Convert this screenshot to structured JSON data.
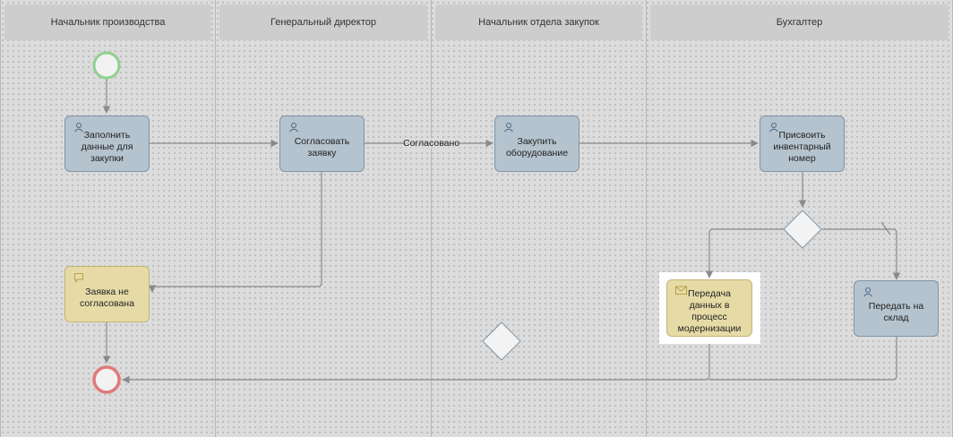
{
  "lanes": [
    {
      "title": "Начальник производства"
    },
    {
      "title": "Генеральный директор"
    },
    {
      "title": "Начальник отдела закупок"
    },
    {
      "title": "Бухгалтер"
    }
  ],
  "tasks": {
    "fill_data": {
      "label": "Заполнить данные для закупки",
      "icon": "user-icon"
    },
    "approve": {
      "label": "Согласовать заявку",
      "icon": "user-icon"
    },
    "purchase": {
      "label": "Закупить оборудование",
      "icon": "user-icon"
    },
    "assign_number": {
      "label": "Присвоить инвентарный номер",
      "icon": "user-icon"
    },
    "not_approved": {
      "label": "Заявка не согласована",
      "icon": "message-icon"
    },
    "transfer_data": {
      "label": "Передача данных в процесс модернизации",
      "icon": "envelope-icon"
    },
    "to_warehouse": {
      "label": "Передать на склад",
      "icon": "user-icon"
    }
  },
  "flows": {
    "approved_label": "Согласовано"
  },
  "colors": {
    "user_task": "#b5c3ce",
    "info_task": "#e6dba6",
    "start_event": "#8fd18f",
    "end_event": "#e07a7a",
    "connector": "#8a8a8a"
  }
}
